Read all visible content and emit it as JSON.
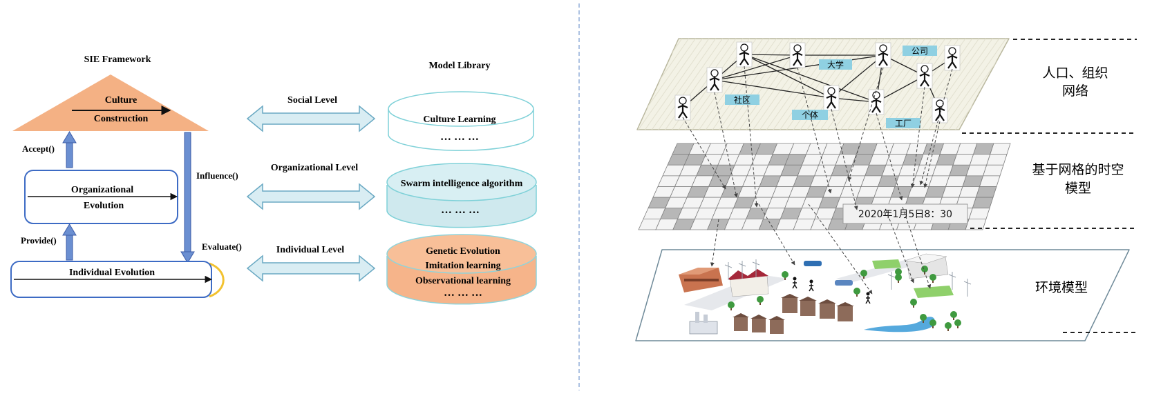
{
  "left": {
    "framework_title": "SIE Framework",
    "library_title": "Model Library",
    "culture": {
      "line1": "Culture",
      "line2": "Construction"
    },
    "organizational": {
      "line1": "Organizational",
      "line2": "Evolution"
    },
    "individual": "Individual Evolution",
    "flows": {
      "accept": "Accept()",
      "provide": "Provide()",
      "influence": "Influence()",
      "evaluate": "Evaluate()"
    },
    "levels": {
      "social": "Social Level",
      "organizational": "Organizational Level",
      "individual": "Individual Level"
    },
    "library": {
      "culture_learning": "Culture Learning",
      "culture_dots": "··· ··· ···",
      "swarm": "Swarm intelligence algorithm",
      "swarm_dots": "··· ··· ···",
      "genetic": "Genetic Evolution",
      "imitation": "Imitation learning",
      "observational": "Observational learning",
      "individual_dots": "··· ··· ···"
    }
  },
  "right": {
    "network_nodes": {
      "university": "大学",
      "company": "公司",
      "community": "社区",
      "individual": "个体",
      "factory": "工厂"
    },
    "layer_labels": {
      "network_line1": "人口、组织",
      "network_line2": "网络",
      "grid_line1": "基于网格的时空",
      "grid_line2": "模型",
      "environment": "环境模型"
    },
    "timestamp": "2020年1月5日8：30"
  },
  "colors": {
    "box_border": "#3d6bc4",
    "arrow_fill": "#6b8fd1",
    "culture_fill": "#f4b184",
    "social_db": "#ffffff",
    "org_db": "#cfe9ee",
    "ind_db": "#f6b48a",
    "double_arrow_fill": "#d9edf3",
    "double_arrow_stroke": "#6aa9c3",
    "label_fill": "#8fd0e2",
    "grid_dark": "#b0b0b0",
    "network_plane": "#f3f2e6"
  }
}
